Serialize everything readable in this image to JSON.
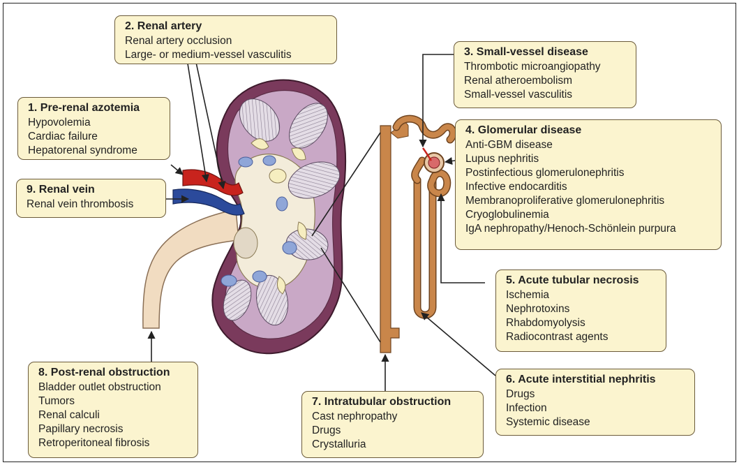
{
  "colors": {
    "box_fill": "#fbf4cf",
    "kidney_outer": "#7a3a5c",
    "cortex": "#c9a8c6",
    "pelvis": "#f3ecda",
    "tubule": "#c9864a",
    "artery": "#c8231d",
    "vein": "#2b4a9b",
    "ureter": "#f1dcc1"
  },
  "boxes": [
    {
      "id": "pre_renal",
      "title": "1. Pre-renal azotemia",
      "items": [
        "Hypovolemia",
        "Cardiac failure",
        "Hepatorenal syndrome"
      ]
    },
    {
      "id": "renal_artery",
      "title": "2. Renal artery",
      "items": [
        "Renal artery occlusion",
        "Large- or medium-vessel vasculitis"
      ]
    },
    {
      "id": "small_vessel",
      "title": "3. Small-vessel disease",
      "items": [
        "Thrombotic microangiopathy",
        "Renal atheroembolism",
        "Small-vessel vasculitis"
      ]
    },
    {
      "id": "glomerular",
      "title": "4. Glomerular disease",
      "items": [
        "Anti-GBM disease",
        "Lupus nephritis",
        "Postinfectious glomerulonephritis",
        "Infective endocarditis",
        "Membranoproliferative glomerulonephritis",
        "Cryoglobulinemia",
        "IgA nephropathy/Henoch-Schönlein purpura"
      ]
    },
    {
      "id": "atn",
      "title": "5. Acute tubular necrosis",
      "items": [
        "Ischemia",
        "Nephrotoxins",
        "Rhabdomyolysis",
        "Radiocontrast agents"
      ]
    },
    {
      "id": "ain",
      "title": "6. Acute interstitial nephritis",
      "items": [
        "Drugs",
        "Infection",
        "Systemic disease"
      ]
    },
    {
      "id": "intratubular",
      "title": "7. Intratubular obstruction",
      "items": [
        "Cast nephropathy",
        "Drugs",
        "Crystalluria"
      ]
    },
    {
      "id": "post_renal",
      "title": "8. Post-renal obstruction",
      "items": [
        "Bladder outlet obstruction",
        "Tumors",
        "Renal calculi",
        "Papillary necrosis",
        "Retroperitoneal fibrosis"
      ]
    },
    {
      "id": "renal_vein",
      "title": "9. Renal vein",
      "items": [
        "Renal vein thrombosis"
      ]
    }
  ]
}
